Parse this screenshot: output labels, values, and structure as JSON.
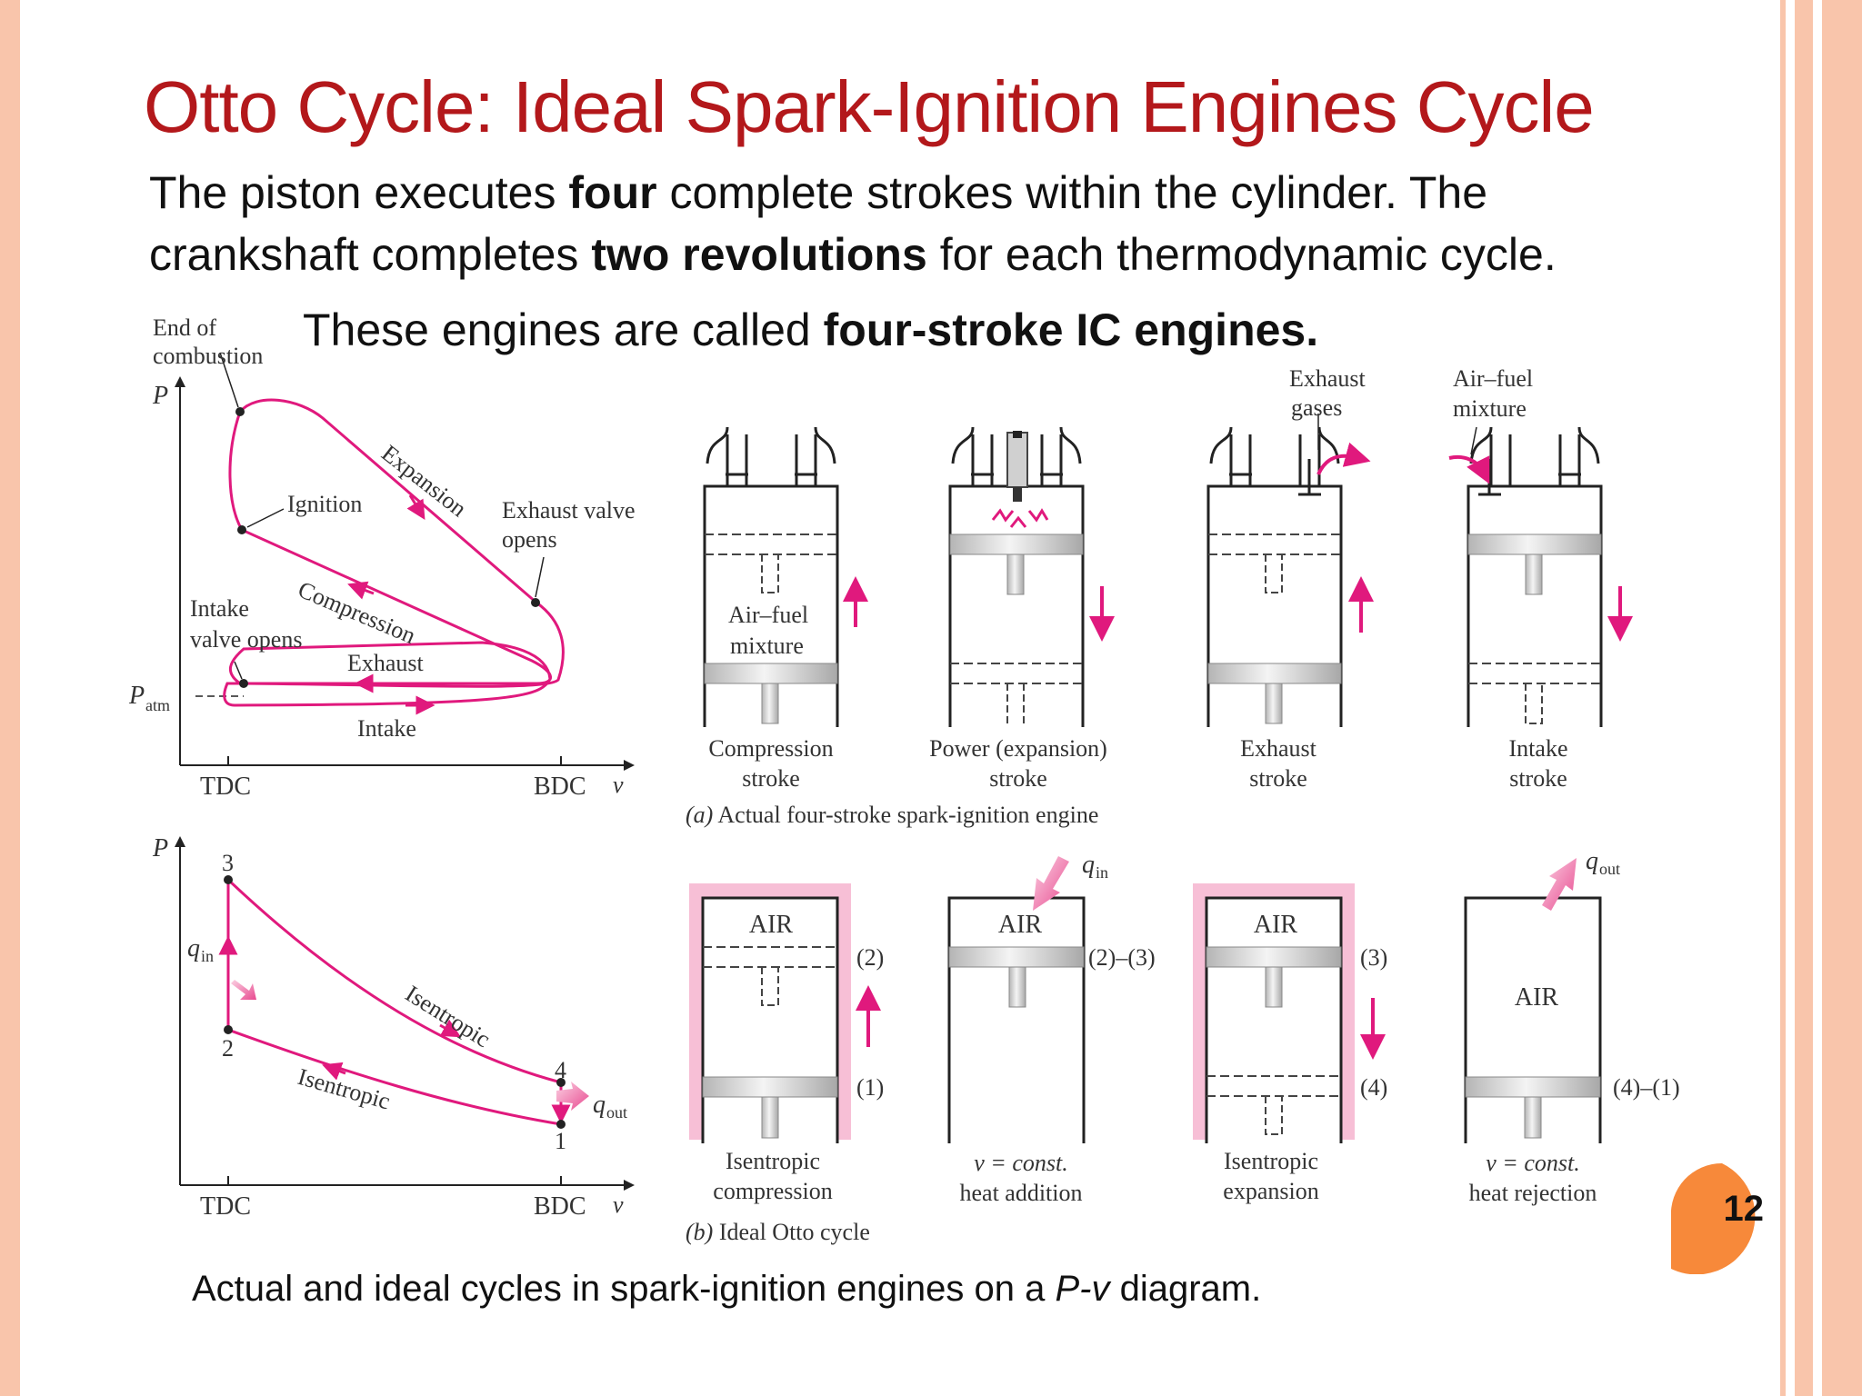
{
  "slide": {
    "title": "Otto Cycle: Ideal Spark-Ignition Engines Cycle",
    "body": {
      "part1": "The piston executes ",
      "bold1": "four",
      "part2": " complete strokes within the cylinder. The crankshaft completes ",
      "bold2": "two revolutions",
      "part3": " for each thermodynamic cycle."
    },
    "sub": {
      "part1": "These engines are called ",
      "bold": "four-stroke IC engines."
    },
    "caption": {
      "part1": "Actual and ideal cycles in spark-ignition engines on a ",
      "italic": "P-v",
      "part2": " diagram."
    },
    "page_number": "12"
  },
  "colors": {
    "accent": "#e0197d",
    "title": "#b3181b",
    "stripe": "#f9c5ab",
    "page_badge": "#f7893a",
    "piston": "#c4c4c4",
    "hot": "#f7bfd6"
  },
  "pv_actual": {
    "axis_p": "P",
    "axis_v": "v",
    "tdc": "TDC",
    "bdc": "BDC",
    "patm": "P",
    "patm_sub": "atm",
    "end_combustion_1": "End of",
    "end_combustion_2": "combustion",
    "ignition": "Ignition",
    "expansion": "Expansion",
    "exhaust_valve_1": "Exhaust valve",
    "exhaust_valve_2": "opens",
    "compression": "Compression",
    "intake_valve_1": "Intake",
    "intake_valve_2": "valve opens",
    "exhaust": "Exhaust",
    "intake": "Intake"
  },
  "pv_ideal": {
    "axis_p": "P",
    "axis_v": "v",
    "tdc": "TDC",
    "bdc": "BDC",
    "p1": "1",
    "p2": "2",
    "p3": "3",
    "p4": "4",
    "isentropic_top": "Isentropic",
    "isentropic_bottom": "Isentropic",
    "q_in": "q",
    "q_in_sub": "in",
    "q_out": "q",
    "q_out_sub": "out"
  },
  "actual_engine": {
    "exhaust_gases_1": "Exhaust",
    "exhaust_gases_2": "gases",
    "air_fuel_1": "Air–fuel",
    "air_fuel_2": "mixture",
    "cyl_mix_1": "Air–fuel",
    "cyl_mix_2": "mixture",
    "strokes": [
      {
        "l1": "Compression",
        "l2": "stroke"
      },
      {
        "l1": "Power (expansion)",
        "l2": "stroke"
      },
      {
        "l1": "Exhaust",
        "l2": "stroke"
      },
      {
        "l1": "Intake",
        "l2": "stroke"
      }
    ],
    "caption_letter": "(a)",
    "caption_text": " Actual four-stroke spark-ignition engine"
  },
  "ideal_cycle": {
    "air": "AIR",
    "cylinders": [
      {
        "l1": "Isentropic",
        "l2": "compression",
        "top_label": "(2)",
        "bottom_label": "(1)"
      },
      {
        "l1": "v = const.",
        "l2": "heat addition",
        "side_label": "(2)–(3)"
      },
      {
        "l1": "Isentropic",
        "l2": "expansion",
        "top_label": "(3)",
        "bottom_label": "(4)"
      },
      {
        "l1": "v = const.",
        "l2": "heat rejection",
        "side_label": "(4)–(1)"
      }
    ],
    "q_in": "q",
    "q_in_sub": "in",
    "q_out": "q",
    "q_out_sub": "out",
    "caption_letter": "(b)",
    "caption_text": " Ideal Otto cycle"
  }
}
